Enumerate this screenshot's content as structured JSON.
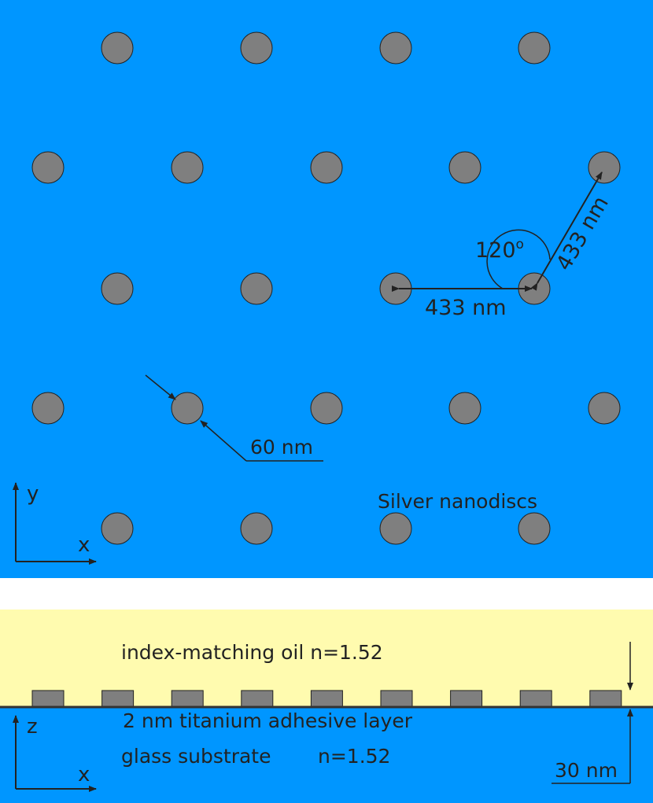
{
  "colors": {
    "blue": "#0096ff",
    "oil": "#fffbaf",
    "disc": "#7f7f7f",
    "ink": "#222222",
    "substrate_line": "#333333"
  },
  "top_view": {
    "disc_label": "Silver nanodiscs",
    "diameter_label": "60 nm",
    "pitch_label_horizontal": "433 nm",
    "pitch_label_diagonal": "433 nm",
    "angle_label": "120",
    "angle_unit": "o",
    "axis_y": "y",
    "axis_x": "x"
  },
  "side_view": {
    "oil_label": "index-matching oil n=1.52",
    "adhesion_label": "2 nm titanium adhesive layer",
    "substrate_label": "glass substrate",
    "substrate_index": "n=1.52",
    "height_label": "30 nm",
    "axis_z": "z",
    "axis_x": "x"
  }
}
